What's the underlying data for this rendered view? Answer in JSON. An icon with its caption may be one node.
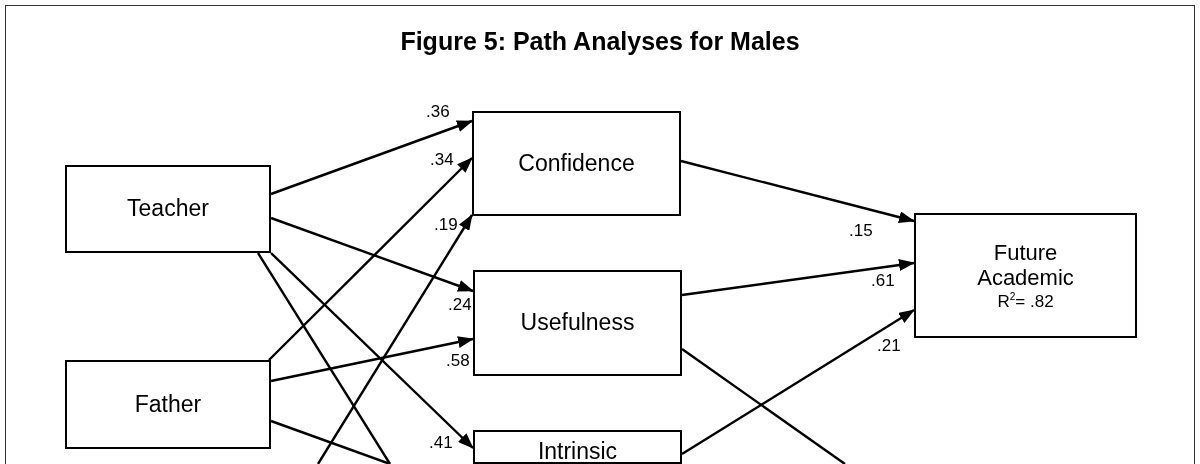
{
  "diagram": {
    "title": "Figure 5: Path Analyses for Males",
    "nodes": [
      {
        "text": [
          "Teacher"
        ]
      },
      {
        "text": [
          "Father"
        ]
      },
      {
        "text": [
          "Confidence"
        ]
      },
      {
        "text": [
          "Usefulness"
        ]
      },
      {
        "text": [
          "Intrinsic"
        ]
      },
      {
        "text": [
          "Future Academic",
          "R$^{2}$= .82"
        ]
      }
    ],
    "edges": [
      {
        "from": 0,
        "to": 2,
        "arrow": "to",
        "label": ".36"
      },
      {
        "from": 1,
        "to": 2,
        "arrow": "to",
        "label": ".34"
      },
      {
        "from": null,
        "to": 2,
        "arrow": "to",
        "label": ".19"
      },
      {
        "from": 0,
        "to": 3,
        "arrow": "to",
        "label": ".24"
      },
      {
        "from": 1,
        "to": 3,
        "arrow": "to",
        "label": ".58"
      },
      {
        "from": 0,
        "to": 4,
        "arrow": "to",
        "label": ".41"
      },
      {
        "from": 0,
        "to": null,
        "arrow": "none"
      },
      {
        "from": 1,
        "to": null,
        "arrow": "none"
      },
      {
        "from": 3,
        "to": null,
        "arrow": "none"
      },
      {
        "from": 2,
        "to": 5,
        "arrow": "to",
        "label": ".15"
      },
      {
        "from": 3,
        "to": 5,
        "arrow": "to",
        "label": ".61"
      },
      {
        "from": 4,
        "to": 5,
        "arrow": "to",
        "label": ".21"
      }
    ]
  }
}
